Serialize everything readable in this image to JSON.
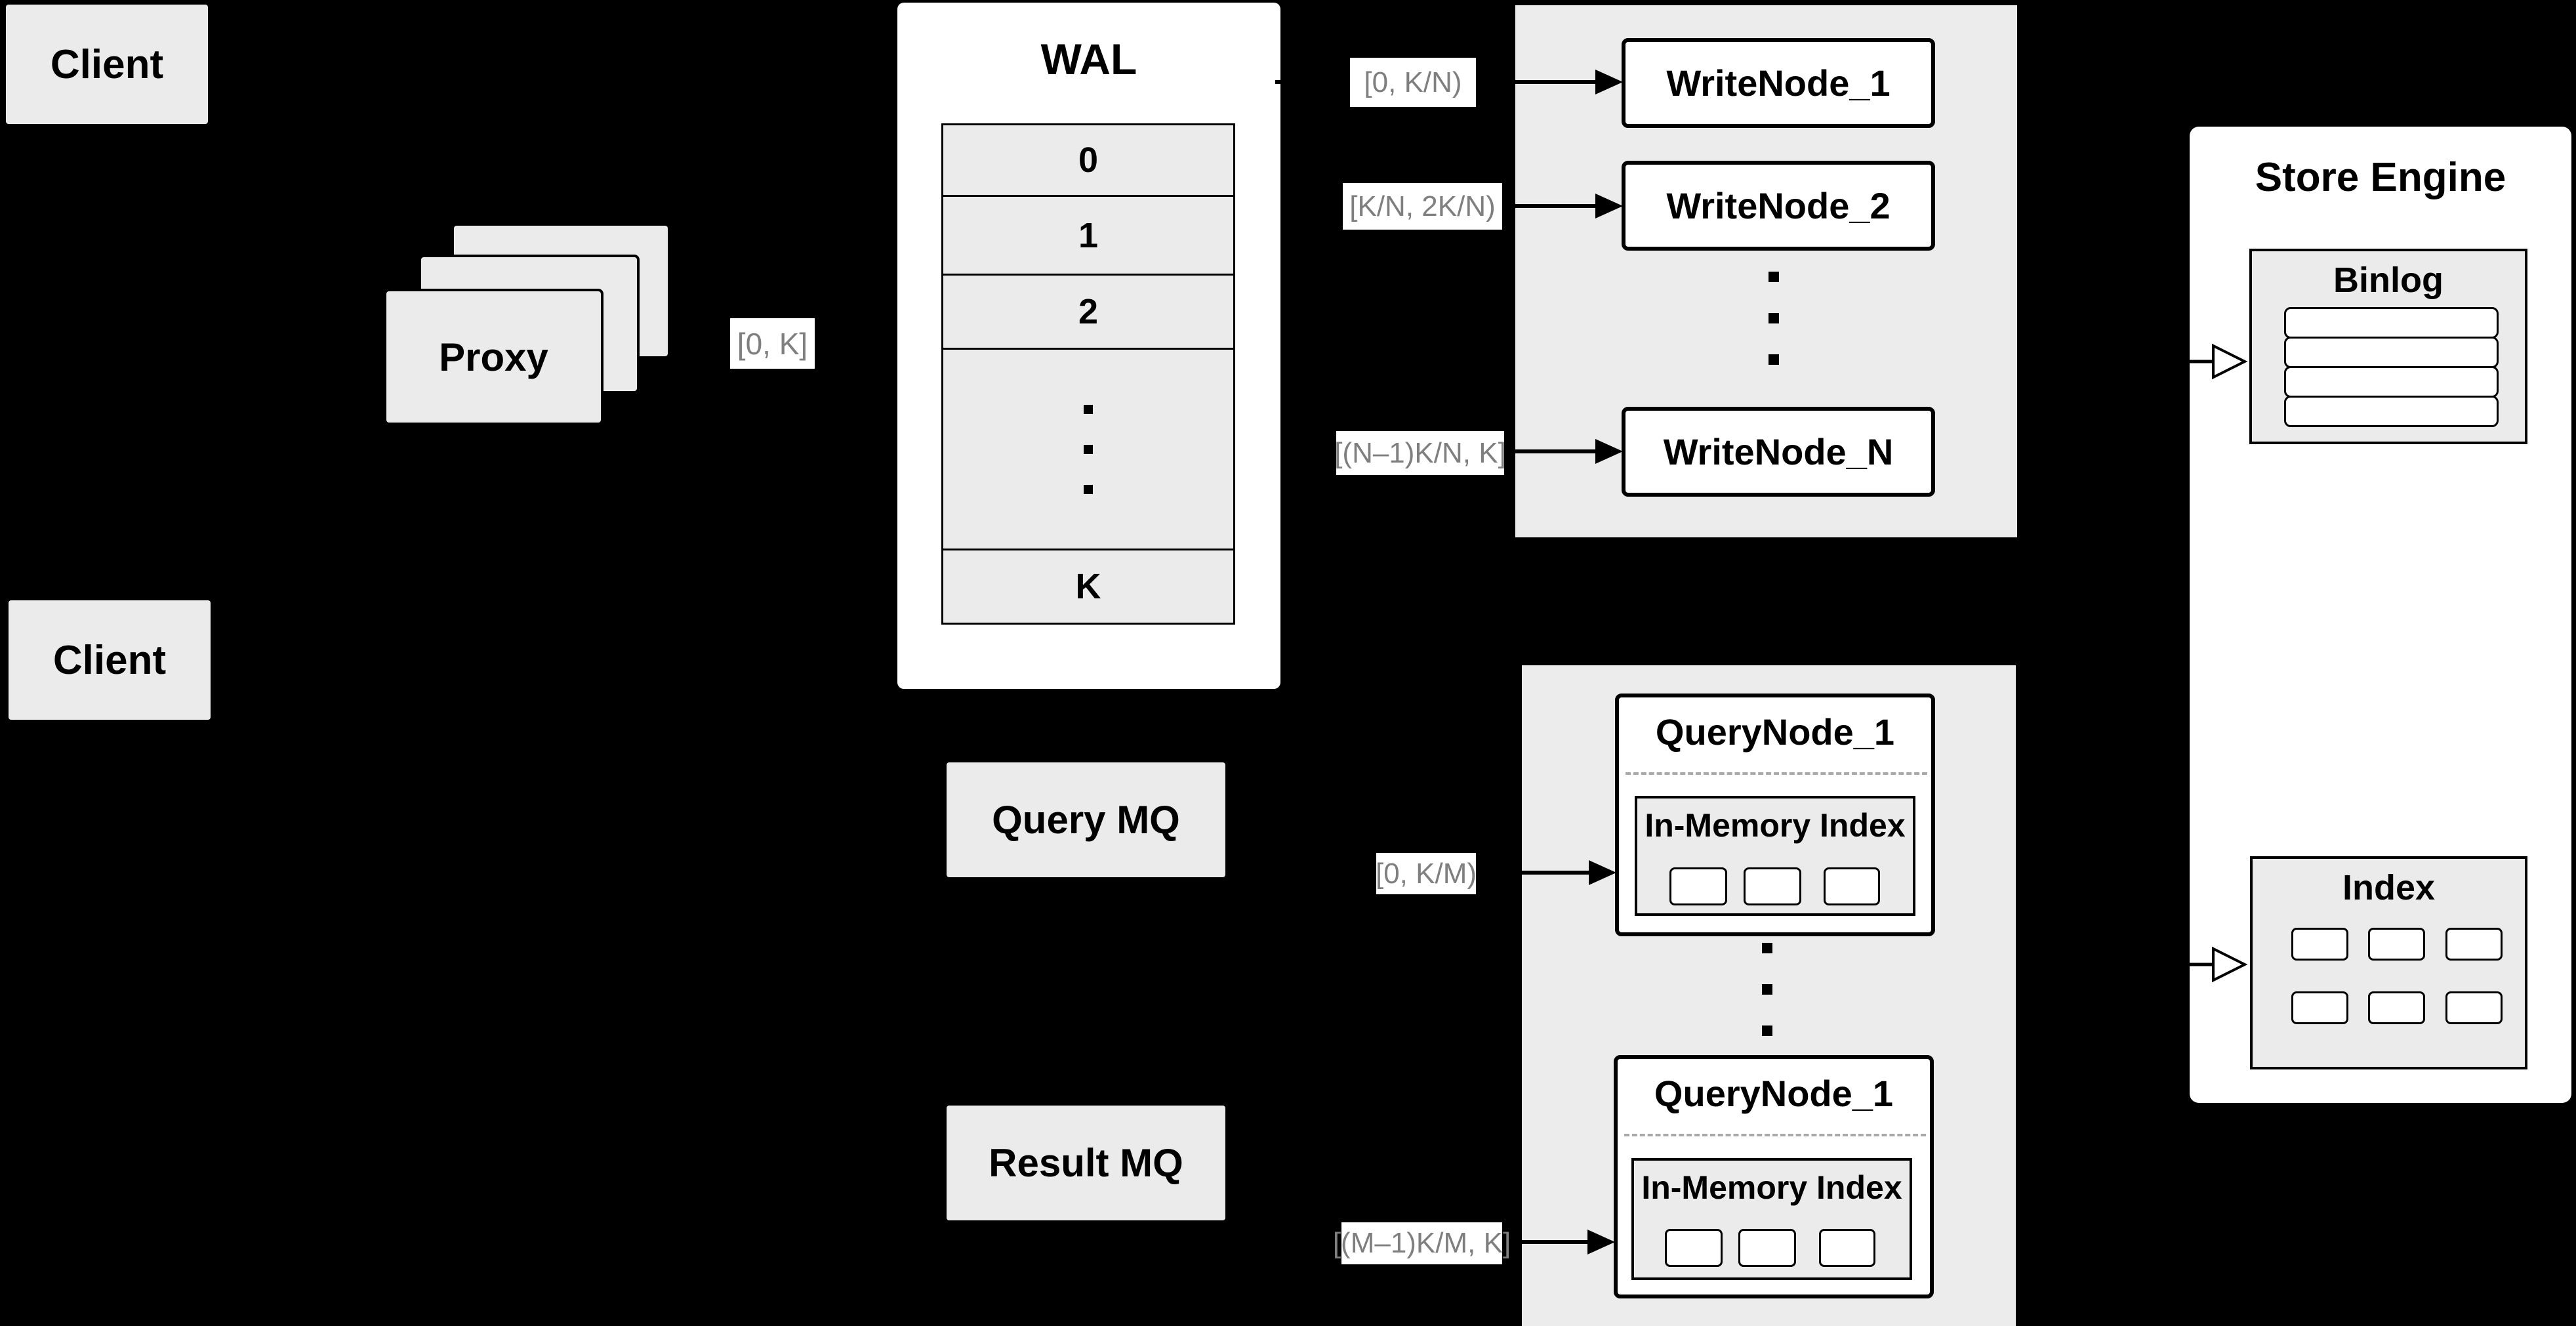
{
  "colors": {
    "background": "#000000",
    "panel_gray": "#ebebeb",
    "container_gray": "#ececec",
    "white": "#ffffff",
    "black": "#000000",
    "range_label_text": "#7f7f7f",
    "dash_gray": "#a9a9a9"
  },
  "clients": {
    "top_label": "Client",
    "bottom_label": "Client"
  },
  "proxy": {
    "label": "Proxy",
    "range_label": "[0, K]"
  },
  "wal": {
    "title": "WAL",
    "rows": [
      "0",
      "1",
      "2",
      "K"
    ],
    "ellipsis_glyph": "⋮"
  },
  "write_path": {
    "range_labels": [
      "[0, K/N)",
      "[K/N, 2K/N)",
      "[(N–1)K/N, K]"
    ],
    "nodes": [
      "WriteNode_1",
      "WriteNode_2",
      "WriteNode_N"
    ],
    "ellipsis_glyph": "⋮"
  },
  "query_path": {
    "query_mq_label": "Query MQ",
    "result_mq_label": "Result MQ",
    "range_labels": [
      "[0, K/M)",
      "[(M–1)K/M, K]"
    ],
    "nodes": [
      {
        "title": "QueryNode_1",
        "inmem_title": "In-Memory Index"
      },
      {
        "title": "QueryNode_1",
        "inmem_title": "In-Memory Index"
      }
    ],
    "ellipsis_glyph": "⋮"
  },
  "store_engine": {
    "title": "Store Engine",
    "binlog_title": "Binlog",
    "index_title": "Index"
  }
}
